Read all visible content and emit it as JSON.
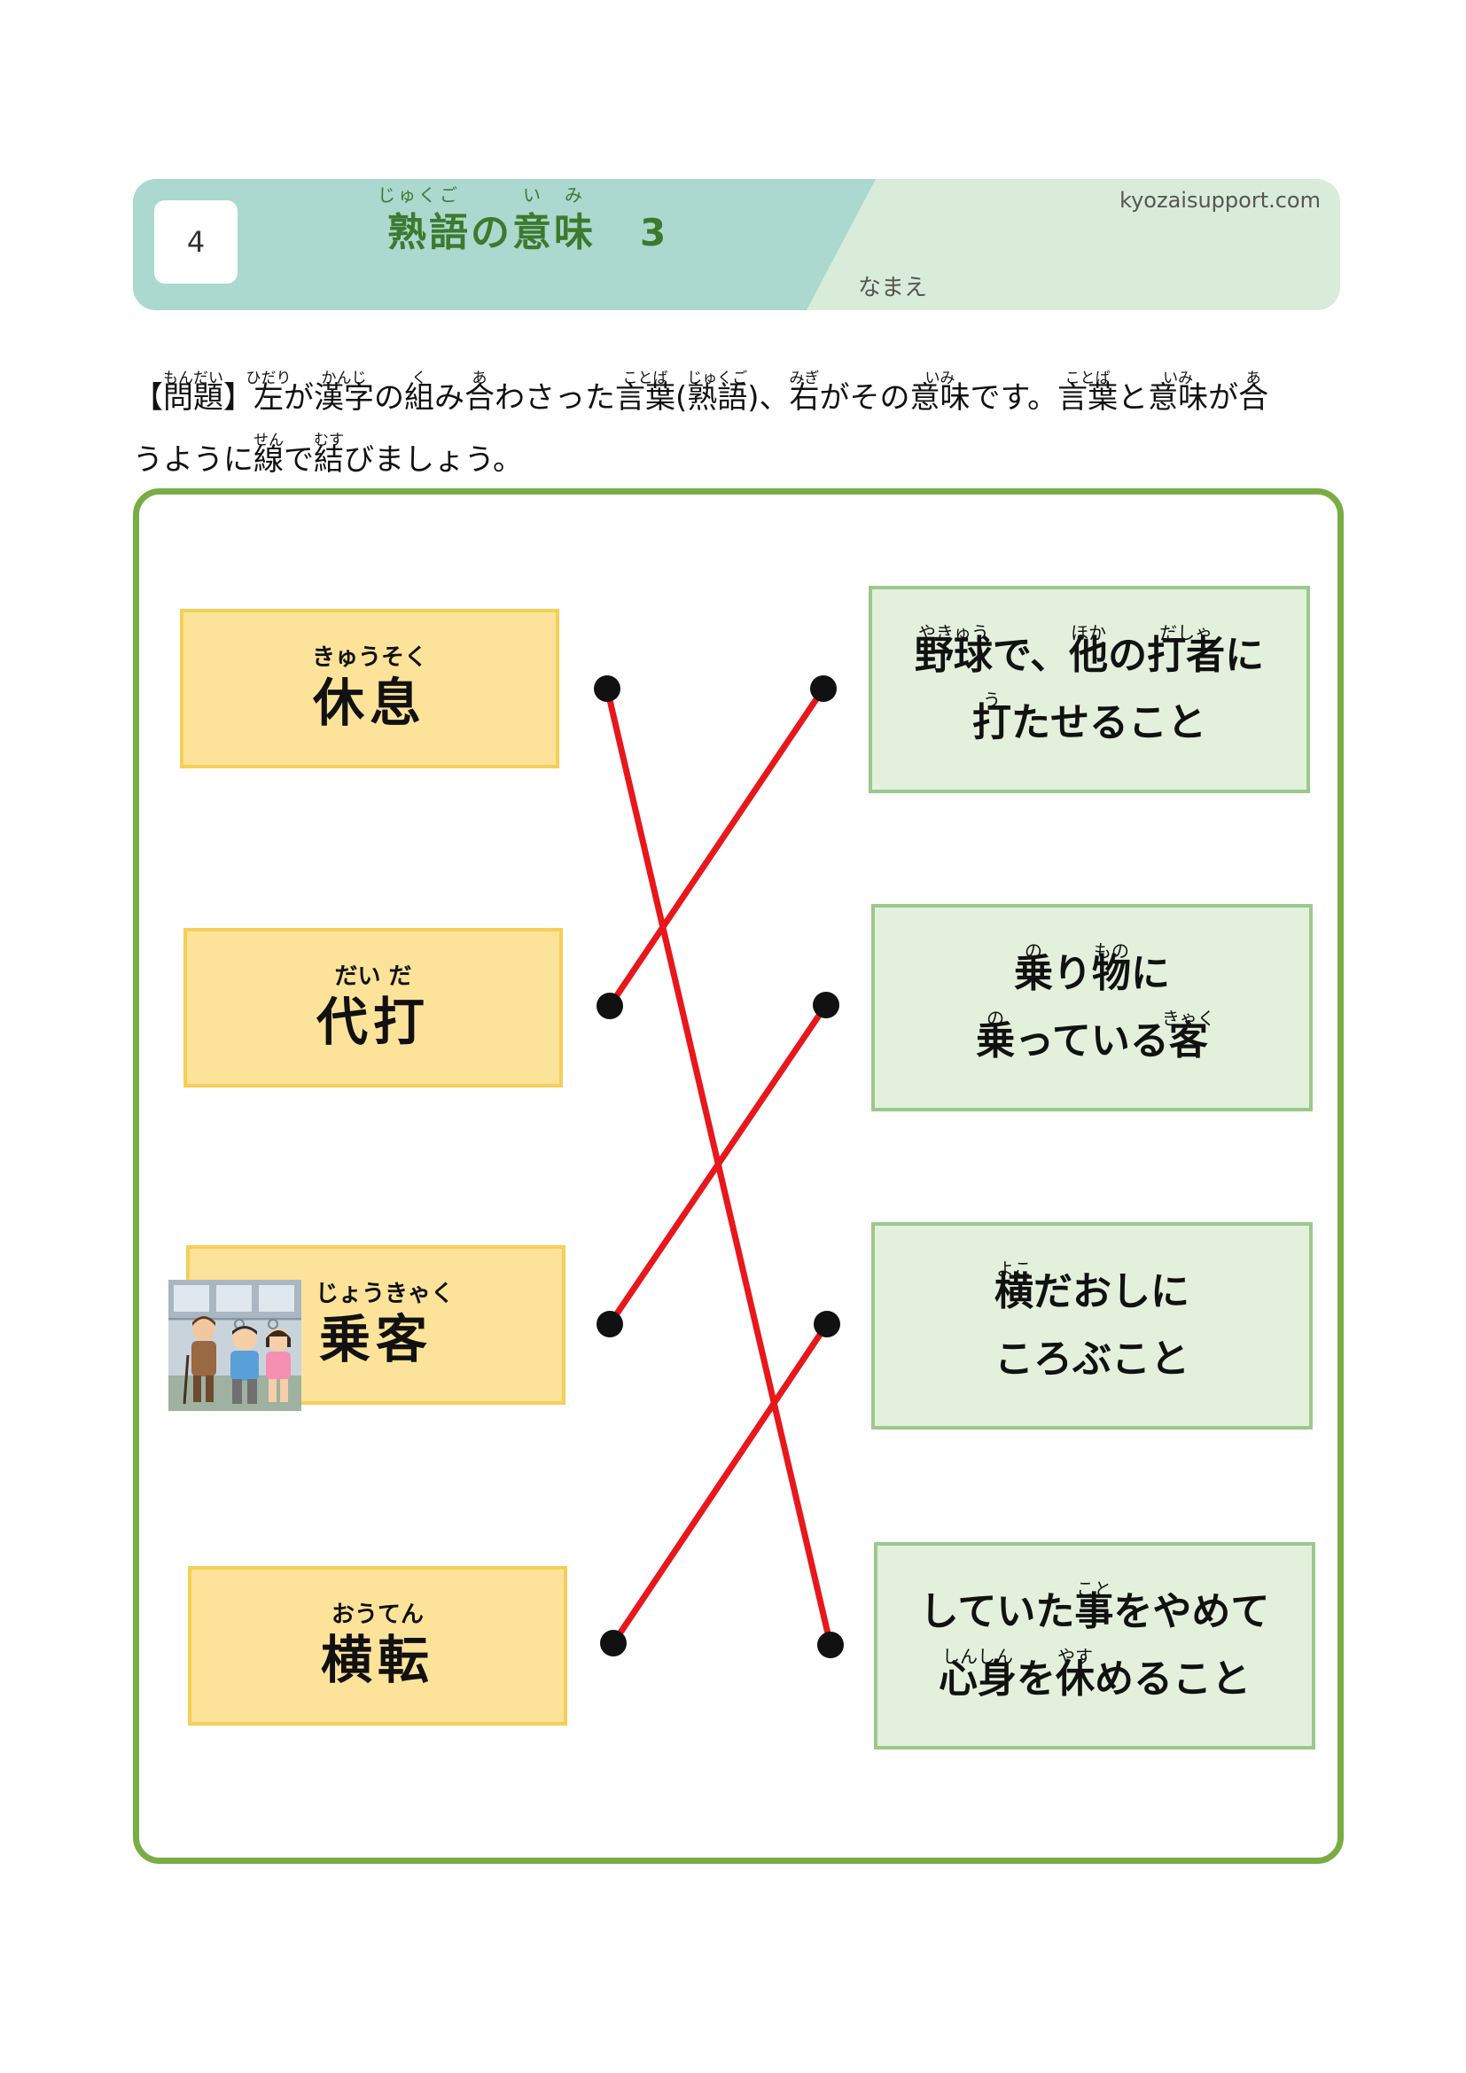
{
  "header": {
    "number": "4",
    "title": {
      "segments": [
        {
          "text": "熟",
          "ruby": "じゅく"
        },
        {
          "text": "語",
          "ruby": "ご"
        },
        {
          "text": "の",
          "ruby": ""
        },
        {
          "text": "意",
          "ruby": "い"
        },
        {
          "text": "味",
          "ruby": "み"
        }
      ],
      "num": "3"
    },
    "site": "kyozaisupport.com",
    "name_label": "なまえ"
  },
  "instruction": {
    "segments": [
      {
        "text": "【",
        "ruby": ""
      },
      {
        "text": "問題",
        "ruby": "もんだい"
      },
      {
        "text": "】",
        "ruby": ""
      },
      {
        "text": "左",
        "ruby": "ひだり"
      },
      {
        "text": "が",
        "ruby": ""
      },
      {
        "text": "漢字",
        "ruby": "かんじ"
      },
      {
        "text": "の",
        "ruby": ""
      },
      {
        "text": "組",
        "ruby": "く"
      },
      {
        "text": "み",
        "ruby": ""
      },
      {
        "text": "合",
        "ruby": "あ"
      },
      {
        "text": "わさった",
        "ruby": ""
      },
      {
        "text": "言葉",
        "ruby": "ことば"
      },
      {
        "text": "(",
        "ruby": ""
      },
      {
        "text": "熟語",
        "ruby": "じゅくご"
      },
      {
        "text": ")、",
        "ruby": ""
      },
      {
        "text": "右",
        "ruby": "みぎ"
      },
      {
        "text": "がその",
        "ruby": ""
      },
      {
        "text": "意味",
        "ruby": "いみ"
      },
      {
        "text": "です。",
        "ruby": ""
      },
      {
        "text": "言葉",
        "ruby": "ことば"
      },
      {
        "text": "と",
        "ruby": ""
      },
      {
        "text": "意味",
        "ruby": "いみ"
      },
      {
        "text": "が",
        "ruby": ""
      },
      {
        "text": "合",
        "ruby": "あ"
      },
      {
        "text": "うように",
        "ruby": ""
      },
      {
        "text": "線",
        "ruby": "せん"
      },
      {
        "text": "で",
        "ruby": ""
      },
      {
        "text": "結",
        "ruby": "むす"
      },
      {
        "text": "びましょう。",
        "ruby": ""
      }
    ]
  },
  "left_words": [
    {
      "furigana": "きゅうそく",
      "word": "休息"
    },
    {
      "furigana": "だい だ",
      "word": "代打"
    },
    {
      "furigana": "じょうきゃく",
      "word": "乗客"
    },
    {
      "furigana": "おうてん",
      "word": "横転"
    }
  ],
  "right_meanings": [
    {
      "lines": [
        [
          {
            "text": "野球",
            "ruby": "やきゅう"
          },
          {
            "text": "で、",
            "ruby": ""
          },
          {
            "text": "他",
            "ruby": "ほか"
          },
          {
            "text": "の",
            "ruby": ""
          },
          {
            "text": "打者",
            "ruby": "だしゃ"
          },
          {
            "text": "に",
            "ruby": ""
          }
        ],
        [
          {
            "text": "打",
            "ruby": "う"
          },
          {
            "text": "たせること",
            "ruby": ""
          }
        ]
      ]
    },
    {
      "lines": [
        [
          {
            "text": "乗",
            "ruby": "の"
          },
          {
            "text": "り",
            "ruby": ""
          },
          {
            "text": "物",
            "ruby": "もの"
          },
          {
            "text": "に",
            "ruby": ""
          }
        ],
        [
          {
            "text": "乗",
            "ruby": "の"
          },
          {
            "text": "っている",
            "ruby": ""
          },
          {
            "text": "客",
            "ruby": "きゃく"
          }
        ]
      ]
    },
    {
      "lines": [
        [
          {
            "text": "横",
            "ruby": "よこ"
          },
          {
            "text": "だおしに",
            "ruby": ""
          }
        ],
        [
          {
            "text": "ころぶこと",
            "ruby": ""
          }
        ]
      ]
    },
    {
      "lines": [
        [
          {
            "text": "していた",
            "ruby": ""
          },
          {
            "text": "事",
            "ruby": "こと"
          },
          {
            "text": "をやめて",
            "ruby": ""
          }
        ],
        [
          {
            "text": "心身",
            "ruby": "しんしん"
          },
          {
            "text": "を",
            "ruby": ""
          },
          {
            "text": "休",
            "ruby": "やす"
          },
          {
            "text": "めること",
            "ruby": ""
          }
        ]
      ]
    }
  ],
  "answers": [
    [
      0,
      3
    ],
    [
      1,
      0
    ],
    [
      2,
      1
    ],
    [
      3,
      2
    ]
  ],
  "colors": {
    "line": "#e8171b",
    "frame": "#78ad44",
    "title": "#3d7a2e",
    "left_fill": "#fde399",
    "right_fill": "#e2f0dc"
  },
  "illustration": "train-passengers-illustration"
}
